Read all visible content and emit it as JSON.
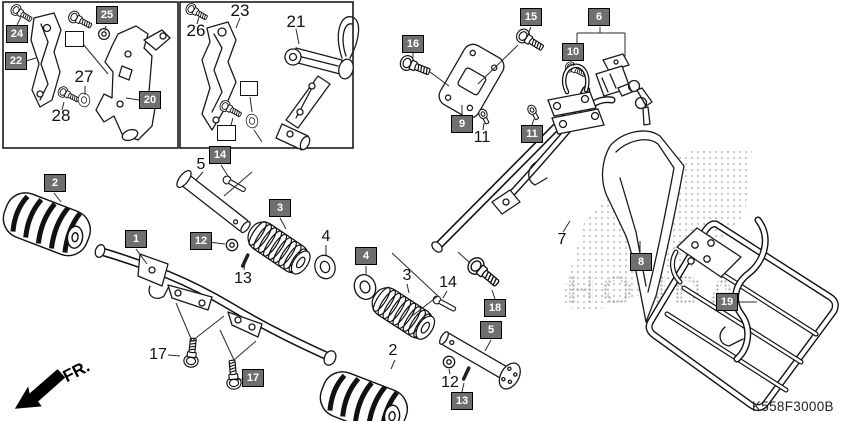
{
  "diagram": {
    "code": "K558F3000B",
    "fr_label": "FR.",
    "watermark": "HONDA"
  },
  "colors": {
    "callout_box_bg": "#6f6f6f",
    "callout_box_text": "#ffffff",
    "line_art": "#1a1a1a",
    "watermark_gray": "#c3c3c3"
  },
  "callouts": [
    {
      "label": "24",
      "style": "box"
    },
    {
      "label": "22",
      "style": "box"
    },
    {
      "label": "25",
      "style": "box"
    },
    {
      "label": "20",
      "style": "box"
    },
    {
      "label": "27",
      "style": "plain"
    },
    {
      "label": "28",
      "style": "plain"
    },
    {
      "label": "26",
      "style": "plain"
    },
    {
      "label": "23",
      "style": "plain"
    },
    {
      "label": "21",
      "style": "plain"
    },
    {
      "label": "2",
      "style": "box"
    },
    {
      "label": "1",
      "style": "box"
    },
    {
      "label": "5",
      "style": "plain"
    },
    {
      "label": "14",
      "style": "box"
    },
    {
      "label": "12",
      "style": "box"
    },
    {
      "label": "13",
      "style": "plain"
    },
    {
      "label": "3",
      "style": "box"
    },
    {
      "label": "4",
      "style": "plain"
    },
    {
      "label": "4",
      "style": "box"
    },
    {
      "label": "3",
      "style": "plain"
    },
    {
      "label": "14",
      "style": "plain"
    },
    {
      "label": "18",
      "style": "box"
    },
    {
      "label": "5",
      "style": "box"
    },
    {
      "label": "12",
      "style": "plain"
    },
    {
      "label": "13",
      "style": "box"
    },
    {
      "label": "17",
      "style": "plain"
    },
    {
      "label": "17",
      "style": "box"
    },
    {
      "label": "2",
      "style": "plain"
    },
    {
      "label": "16",
      "style": "box"
    },
    {
      "label": "15",
      "style": "box"
    },
    {
      "label": "9",
      "style": "box"
    },
    {
      "label": "11",
      "style": "plain"
    },
    {
      "label": "11",
      "style": "box"
    },
    {
      "label": "6",
      "style": "box"
    },
    {
      "label": "10",
      "style": "box"
    },
    {
      "label": "7",
      "style": "plain"
    },
    {
      "label": "8",
      "style": "box"
    },
    {
      "label": "19",
      "style": "box"
    }
  ]
}
